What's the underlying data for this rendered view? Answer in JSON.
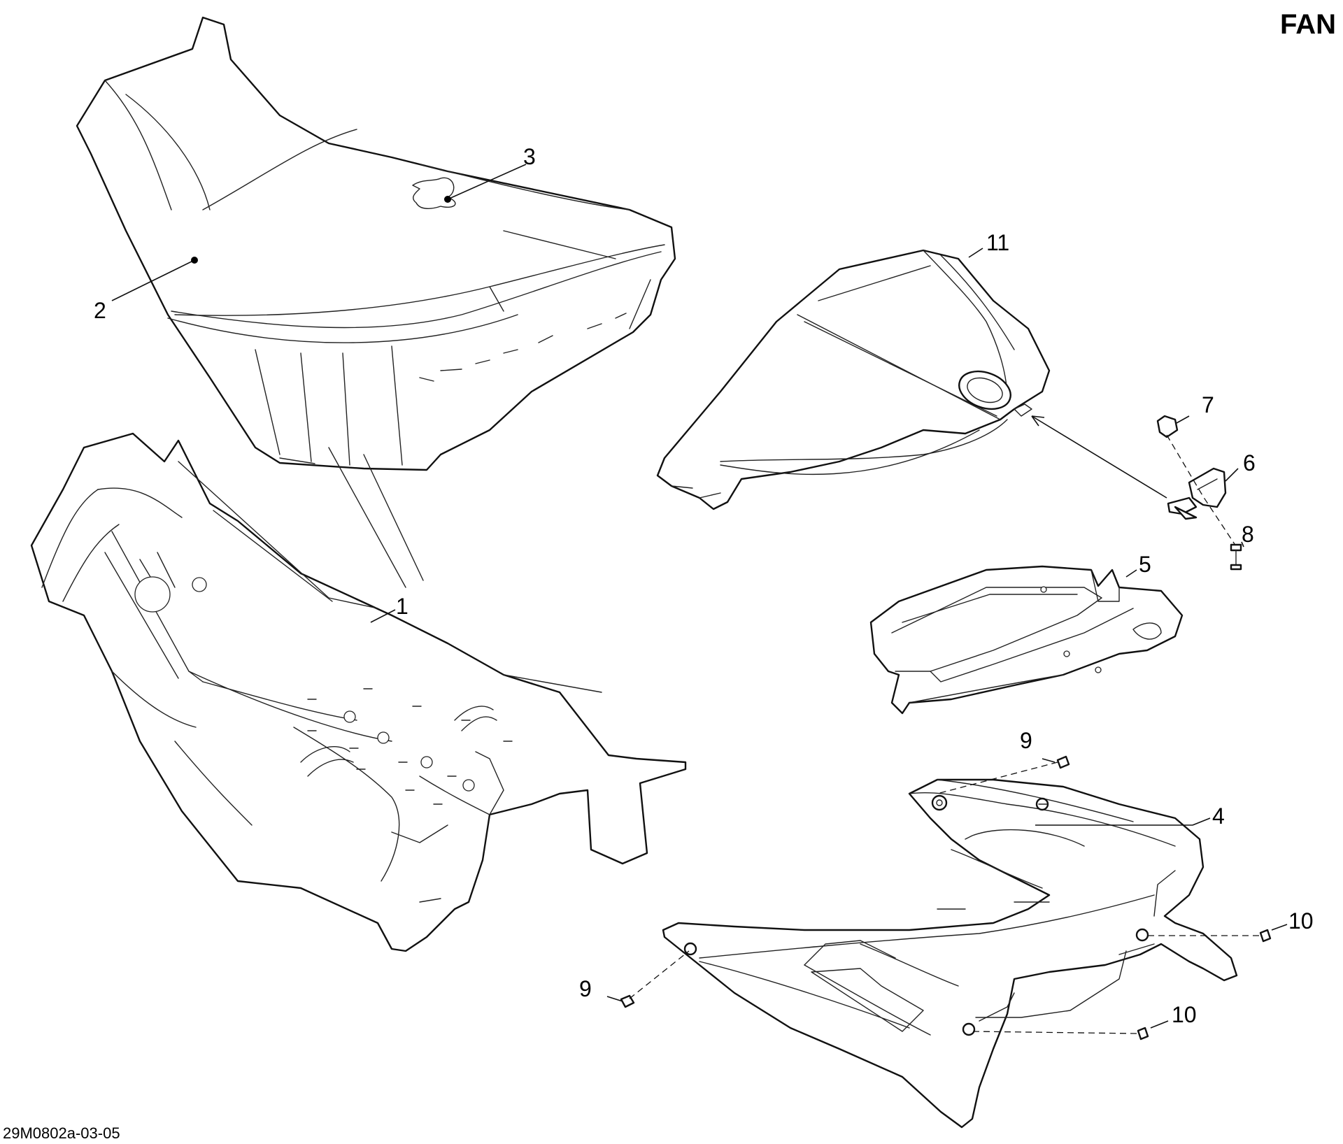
{
  "header": {
    "title": "FAN"
  },
  "footer": {
    "drawing_number": "29M0802a-03-05"
  },
  "callouts": [
    "1",
    "2",
    "3",
    "4",
    "5",
    "6",
    "7",
    "8",
    "9",
    "9",
    "10",
    "10",
    "11"
  ]
}
